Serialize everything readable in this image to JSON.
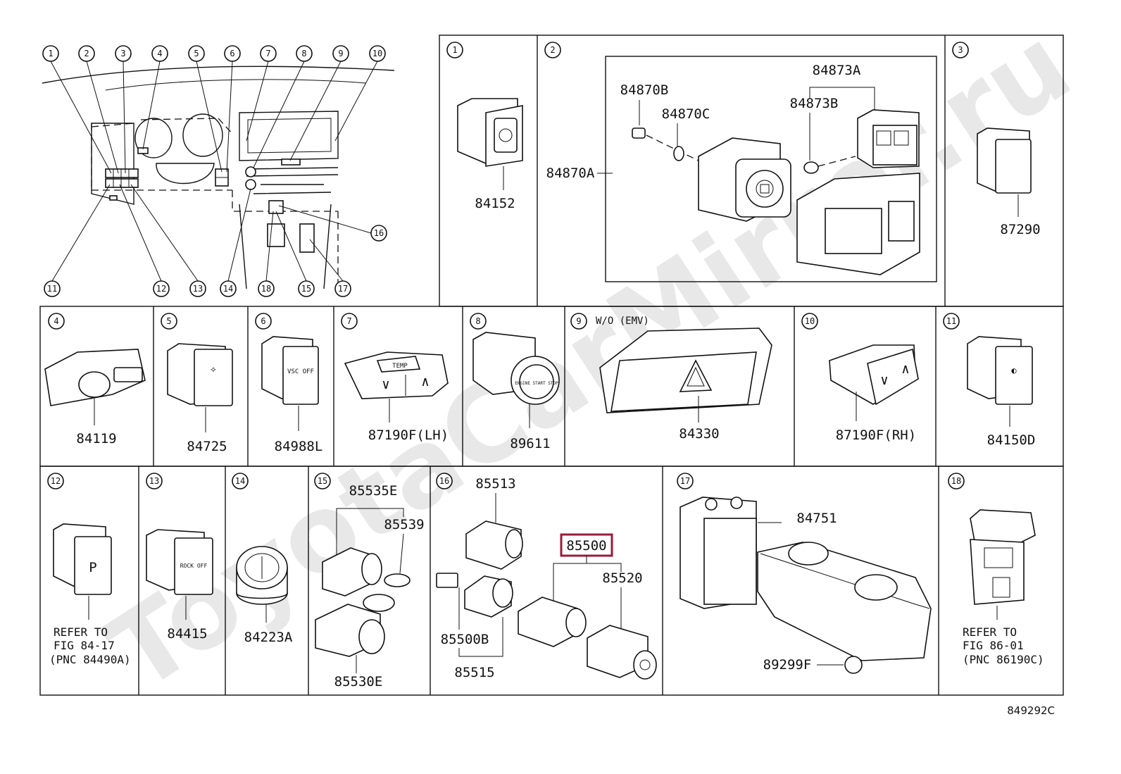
{
  "watermark": "ToyotaCarMirror.ru",
  "figure_code": "849292C",
  "overview": {
    "callouts": [
      "1",
      "2",
      "3",
      "4",
      "5",
      "6",
      "7",
      "8",
      "9",
      "10",
      "11",
      "12",
      "13",
      "14",
      "15",
      "16",
      "17",
      "18"
    ]
  },
  "panels": {
    "p1": {
      "num": "1",
      "parts": [
        "84152"
      ]
    },
    "p2": {
      "num": "2",
      "parts": [
        "84873A",
        "84870B",
        "84873B",
        "84870C",
        "84870A"
      ]
    },
    "p3": {
      "num": "3",
      "parts": [
        "87290"
      ]
    },
    "p4": {
      "num": "4",
      "parts": [
        "84119"
      ]
    },
    "p5": {
      "num": "5",
      "parts": [
        "84725"
      ]
    },
    "p6": {
      "num": "6",
      "parts": [
        "84988L"
      ]
    },
    "p7": {
      "num": "7",
      "parts": [
        "87190F(LH)"
      ]
    },
    "p8": {
      "num": "8",
      "parts": [
        "89611"
      ]
    },
    "p9": {
      "num": "9",
      "qualifier": "W/O (EMV)",
      "parts": [
        "84330"
      ]
    },
    "p10": {
      "num": "10",
      "parts": [
        "87190F(RH)"
      ]
    },
    "p11": {
      "num": "11",
      "parts": [
        "84150D"
      ]
    },
    "p12": {
      "num": "12",
      "note": [
        "REFER TO",
        "FIG 84-17",
        "(PNC 84490A)"
      ]
    },
    "p13": {
      "num": "13",
      "parts": [
        "84415"
      ]
    },
    "p14": {
      "num": "14",
      "parts": [
        "84223A"
      ]
    },
    "p15": {
      "num": "15",
      "parts": [
        "85535E",
        "85539",
        "85530E"
      ]
    },
    "p16": {
      "num": "16",
      "parts": [
        "85513",
        "85500",
        "85520",
        "85500B",
        "85515"
      ],
      "highlight": "85500"
    },
    "p17": {
      "num": "17",
      "parts": [
        "84751",
        "89299F"
      ]
    },
    "p18": {
      "num": "18",
      "note": [
        "REFER TO",
        "FIG 86-01",
        "(PNC 86190C)"
      ]
    }
  },
  "switch_labels": {
    "temp": "TEMP",
    "engine_start": "ENGINE START STOP",
    "rock_off": "ROCK OFF",
    "vsc_off": "VSC OFF"
  },
  "colors": {
    "highlight": "#9b1b3a",
    "line": "#111111",
    "watermark": "#e8e8e8"
  }
}
